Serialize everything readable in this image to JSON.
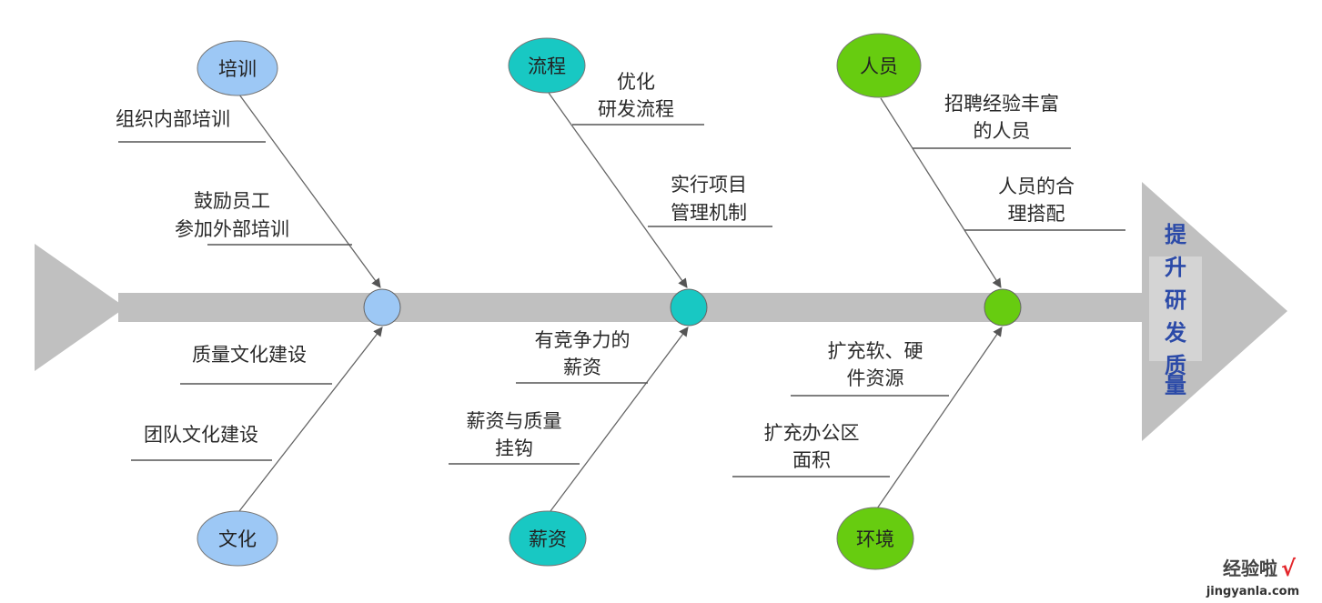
{
  "effect": {
    "label": [
      "提",
      "升",
      "研",
      "发",
      "质",
      "量"
    ]
  },
  "categories": {
    "training": "培训",
    "process": "流程",
    "people": "人员",
    "culture": "文化",
    "salary": "薪资",
    "environment": "环境"
  },
  "causes": {
    "training_1": [
      "组织内部培训"
    ],
    "training_2": [
      "鼓励员工",
      "参加外部培训"
    ],
    "process_1": [
      "优化",
      "研发流程"
    ],
    "process_2": [
      "实行项目",
      "管理机制"
    ],
    "people_1": [
      "招聘经验丰富",
      "的人员"
    ],
    "people_2": [
      "人员的合",
      "理搭配"
    ],
    "culture_1": [
      "质量文化建设"
    ],
    "culture_2": [
      "团队文化建设"
    ],
    "salary_1": [
      "有竞争力的",
      "薪资"
    ],
    "salary_2": [
      "薪资与质量",
      "挂钩"
    ],
    "environment_1": [
      "扩充软、硬",
      "件资源"
    ],
    "environment_2": [
      "扩充办公区",
      "面积"
    ]
  },
  "colors": {
    "spine": "#c0c0c0",
    "training": "#9dc8f5",
    "culture": "#9dc8f5",
    "process": "#18c8c3",
    "salary": "#18c8c3",
    "people": "#67cc10",
    "environment": "#67cc10",
    "effect_text": "#2b4aa8"
  },
  "watermark": {
    "main": "经验啦",
    "check": "√",
    "sub": "jingyanla.com"
  }
}
